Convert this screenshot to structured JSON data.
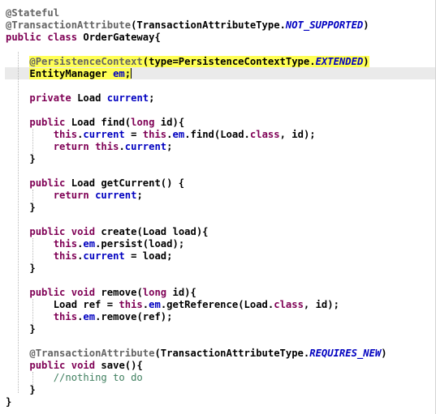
{
  "editor": {
    "language": "java",
    "lines": [
      "@Stateful",
      "@TransactionAttribute(TransactionAttributeType.NOT_SUPPORTED)",
      "public class OrderGateway{",
      "",
      "    @PersistenceContext(type=PersistenceContextType.EXTENDED)",
      "    EntityManager em;",
      "",
      "    private Load current;",
      "",
      "    public Load find(long id){",
      "        this.current = this.em.find(Load.class, id);",
      "        return this.current;",
      "    }",
      "",
      "    public Load getCurrent() {",
      "        return current;",
      "    }",
      "",
      "    public void create(Load load){",
      "        this.em.persist(load);",
      "        this.current = load;",
      "    }",
      "",
      "    public void remove(long id){",
      "        Load ref = this.em.getReference(Load.class, id);",
      "        this.em.remove(ref);",
      "    }",
      "",
      "    @TransactionAttribute(TransactionAttributeType.REQUIRES_NEW)",
      "    public void save(){",
      "        //nothing to do",
      "    }",
      "}"
    ],
    "highlighted_lines": [
      4,
      5
    ],
    "current_line": 5,
    "colors": {
      "background": "#ffffff",
      "keyword": "#7f0055",
      "annotation": "#646464",
      "field": "#0000c0",
      "comment": "#3f7f5f",
      "text": "#000000",
      "highlight": "#ffff55",
      "current_line": "#eaeaea"
    }
  }
}
